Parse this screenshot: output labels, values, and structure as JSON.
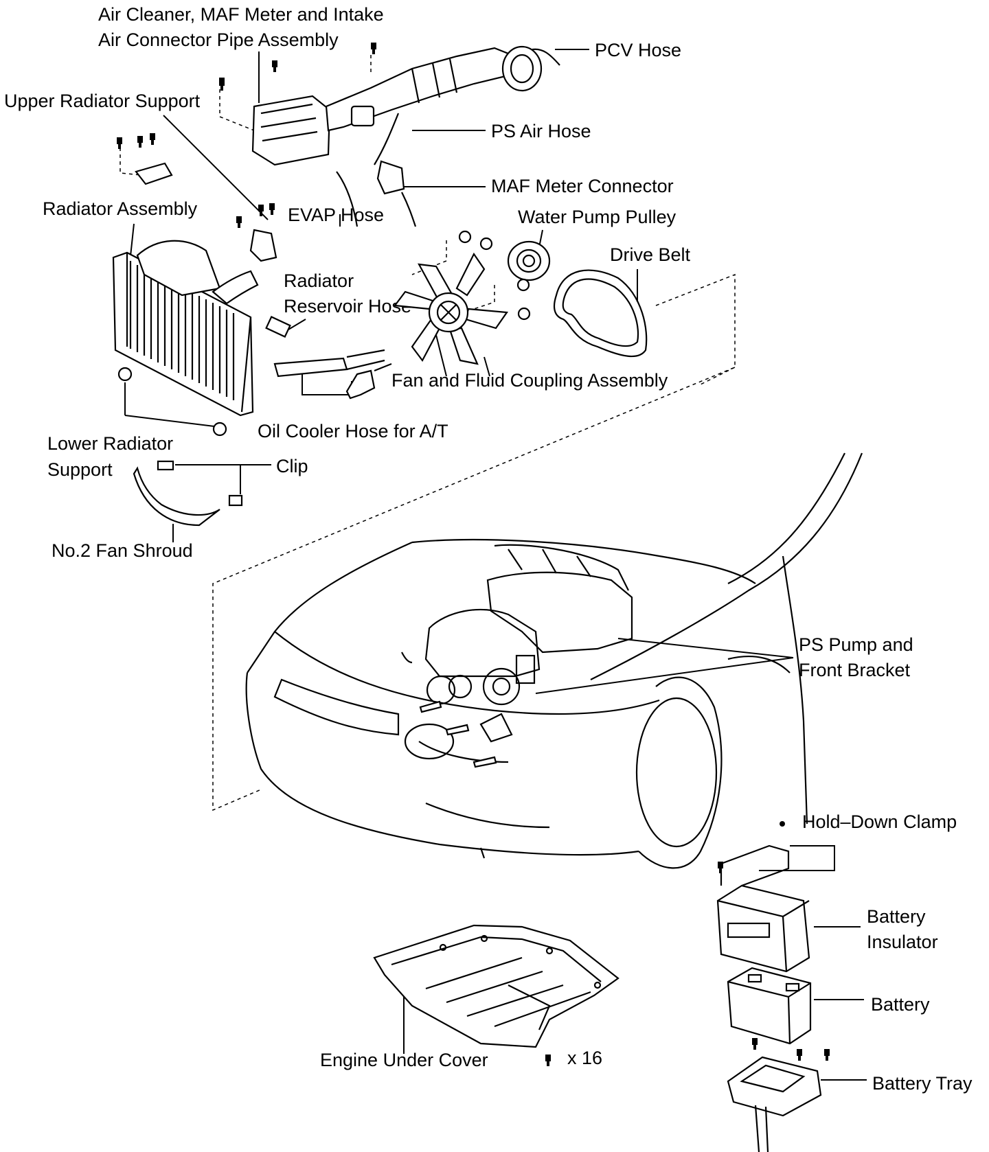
{
  "labels": {
    "air_cleaner_line1": "Air Cleaner, MAF Meter and Intake",
    "air_cleaner_line2": "Air Connector Pipe Assembly",
    "pcv_hose": "PCV Hose",
    "upper_radiator_support": "Upper Radiator Support",
    "ps_air_hose": "PS Air Hose",
    "maf_meter_connector": "MAF Meter Connector",
    "radiator_assembly": "Radiator Assembly",
    "evap_hose": "EVAP Hose",
    "water_pump_pulley": "Water Pump Pulley",
    "drive_belt": "Drive Belt",
    "radiator_reservoir_line1": "Radiator",
    "radiator_reservoir_line2": "Reservoir Hose",
    "fan_fluid_coupling": "Fan and Fluid Coupling Assembly",
    "oil_cooler_hose": "Oil Cooler Hose for A/T",
    "lower_radiator_line1": "Lower Radiator",
    "lower_radiator_line2": "Support",
    "clip": "Clip",
    "no2_fan_shroud": "No.2 Fan Shroud",
    "ps_pump_line1": "PS Pump and",
    "ps_pump_line2": "Front Bracket",
    "hold_down_clamp": "Hold–Down Clamp",
    "battery_insulator_line1": "Battery",
    "battery_insulator_line2": "Insulator",
    "battery": "Battery",
    "battery_tray": "Battery Tray",
    "engine_under_cover": "Engine Under Cover",
    "bolt_count": "x 16"
  }
}
